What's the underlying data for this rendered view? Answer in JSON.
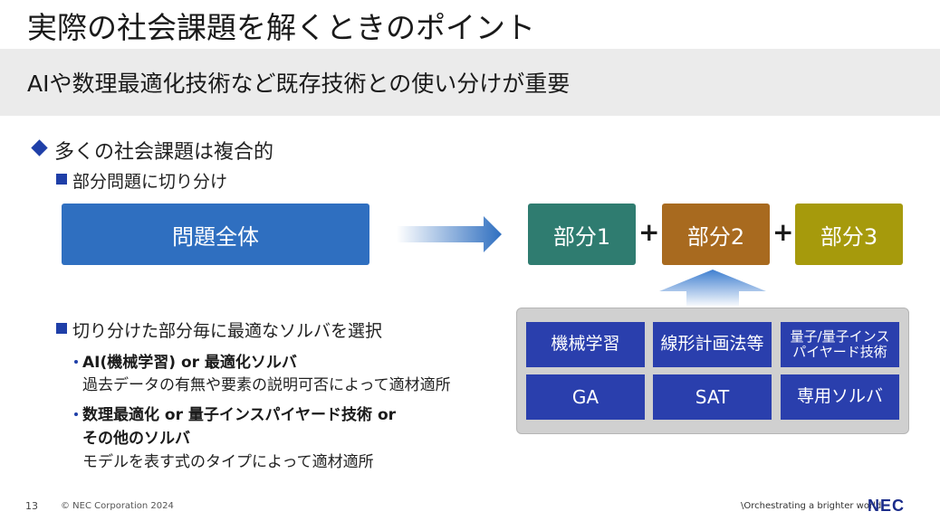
{
  "title": "実際の社会課題を解くときのポイント",
  "subtitle": "AIや数理最適化技術など既存技術との使い分けが重要",
  "bullet1": "多くの社会課題は複合的",
  "bullet1_sub": "部分問題に切り分け",
  "diagram": {
    "whole": "問題全体",
    "parts": [
      "部分1",
      "部分2",
      "部分3"
    ],
    "plus": "+",
    "solvers": [
      "機械学習",
      "線形計画法等",
      "量子/量子インス\nパイヤード技術",
      "GA",
      "SAT",
      "専用ソルバ"
    ]
  },
  "bullet2": "切り分けた部分毎に最適なソルバを選択",
  "sub1_title": "AI(機械学習) or 最適化ソルバ",
  "sub1_desc": "過去データの有無や要素の説明可否によって適材適所",
  "sub2_title_line1": "数理最適化 or 量子インスパイヤード技術 or",
  "sub2_title_line2": "その他のソルバ",
  "sub2_desc": "モデルを表す式のタイプによって適材適所",
  "footer": {
    "page": "13",
    "copyright": "© NEC Corporation 2024",
    "tagline": "\\Orchestrating a brighter world",
    "logo": "NEC"
  },
  "colors": {
    "accent": "#1f3fa8",
    "whole_box": "#2f6fc0",
    "part1": "#2f7c70",
    "part2": "#a86a1f",
    "part3": "#a69a0c",
    "solver_cell": "#2a3fad"
  }
}
